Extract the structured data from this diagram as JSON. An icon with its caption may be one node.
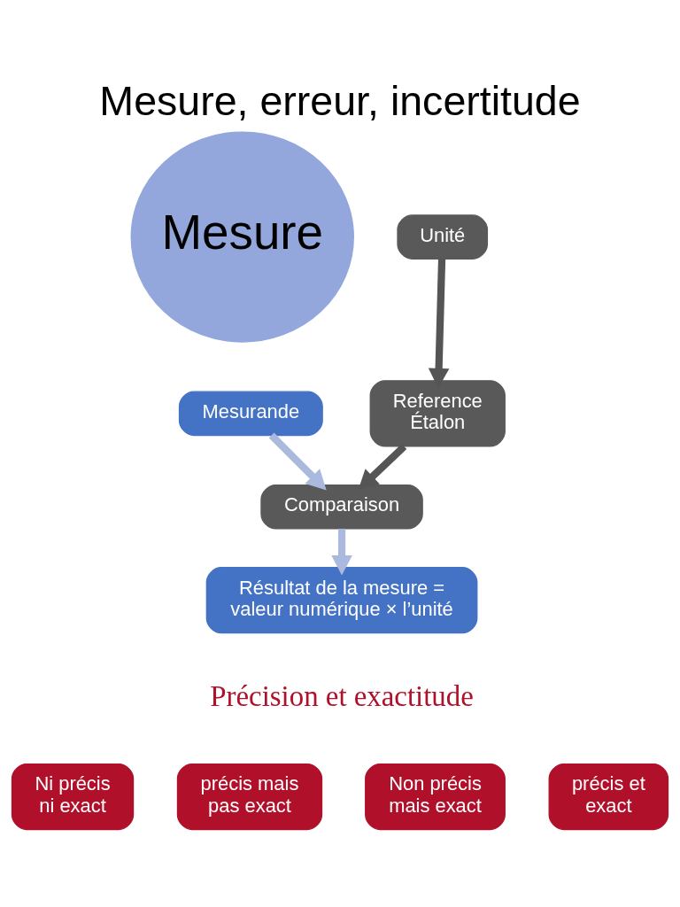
{
  "diagram": {
    "title": "Mesure, erreur, incertitude",
    "nodes": [
      {
        "text": [
          "Mesure"
        ]
      },
      {
        "text": [
          "Unité"
        ]
      },
      {
        "text": [
          "Reference Étalon"
        ]
      },
      {
        "text": [
          "Mesurande"
        ]
      },
      {
        "text": [
          "Comparaison"
        ]
      },
      {
        "text": [
          "Résultat de la mesure = valeur numérique × l’unité"
        ]
      },
      {
        "text": [
          "Ni précis ni exact"
        ]
      },
      {
        "text": [
          "précis mais pas exact"
        ]
      },
      {
        "text": [
          "Non précis mais exact"
        ]
      },
      {
        "text": [
          "précis et exact"
        ]
      }
    ],
    "edges": [
      {
        "from": 1,
        "to": 2,
        "arrow": "to",
        "color": "#555555"
      },
      {
        "from": 2,
        "to": 4,
        "arrow": "to",
        "color": "#555555"
      },
      {
        "from": 3,
        "to": 4,
        "arrow": "to",
        "color": "#aab9dd"
      },
      {
        "from": 4,
        "to": 5,
        "arrow": "to",
        "color": "#aab9dd"
      }
    ],
    "labels": [
      "Précision et exactitude"
    ]
  }
}
